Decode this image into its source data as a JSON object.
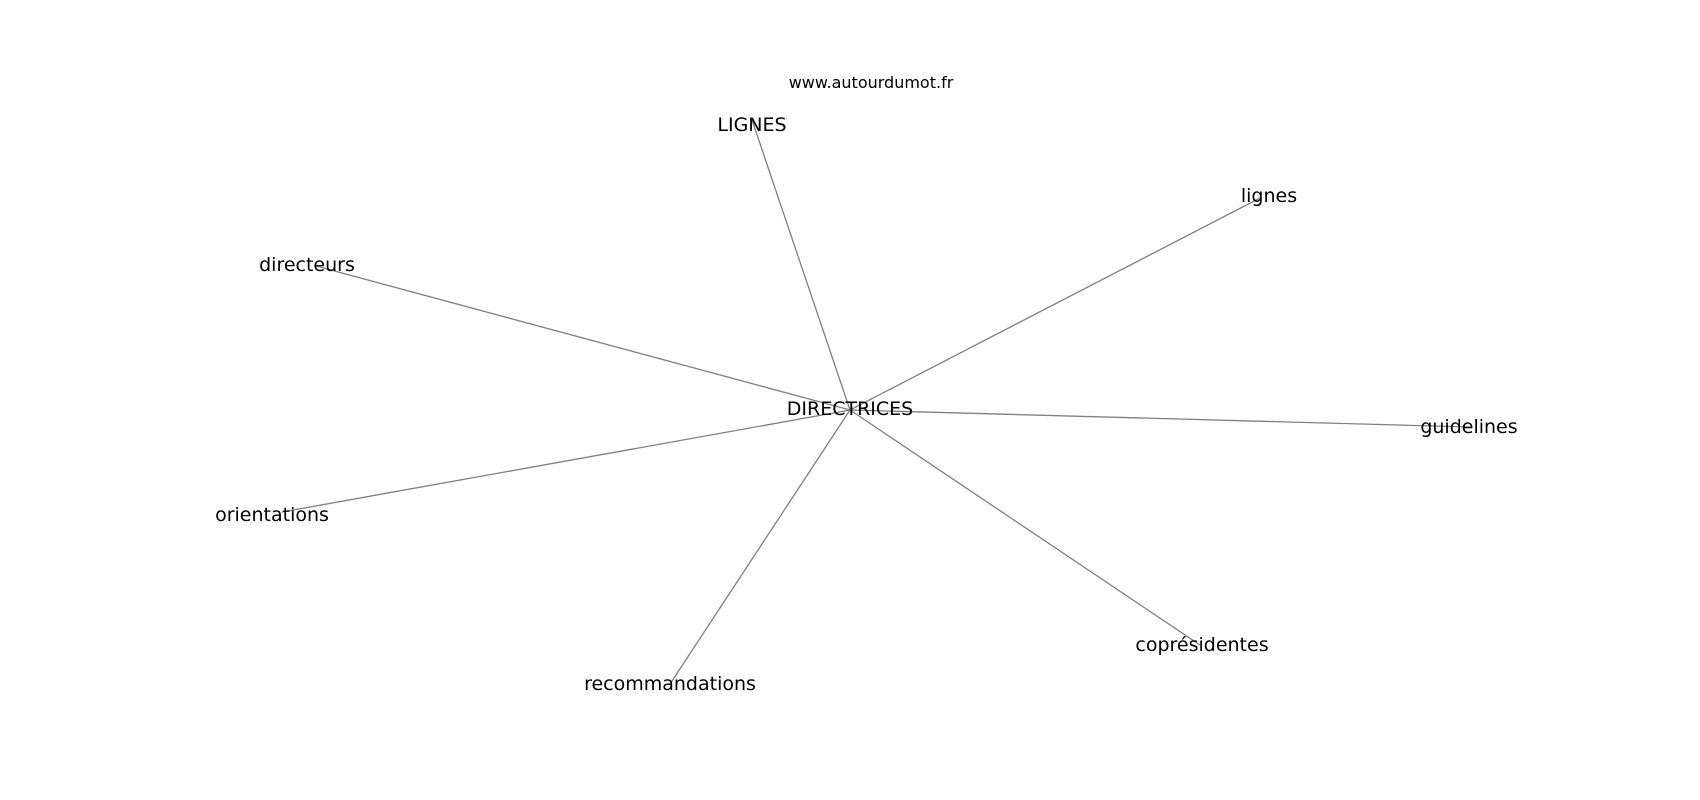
{
  "source": "www.autourdumot.fr",
  "graph": {
    "center": "DIRECTRICES",
    "neighbors": [
      "LIGNES",
      "lignes",
      "directeurs",
      "guidelines",
      "orientations",
      "coprésidentes",
      "recommandations"
    ]
  }
}
